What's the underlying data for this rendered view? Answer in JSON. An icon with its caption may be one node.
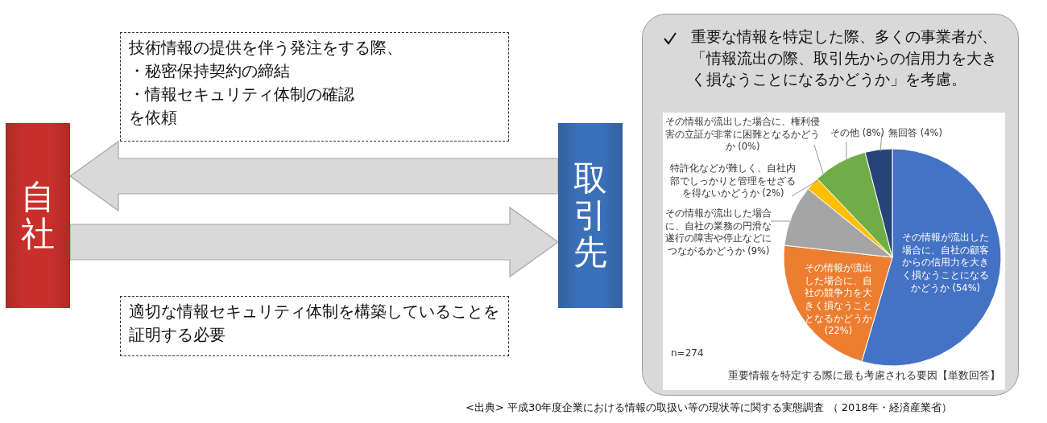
{
  "diagram": {
    "caption": "<出典> 平成30年度企業における情報の取扱い等の現状等に関する実態調査 （ 2018年・経済産業省）",
    "nodes": [
      {
        "text": [
          "自社"
        ]
      },
      {
        "text": [
          "取引先"
        ]
      },
      {
        "text": [
          "技術情報の提供を伴う発注をする際、",
          "・秘密保持契約の締結",
          "・情報セキュリティ体制の確認",
          "を依頼"
        ]
      },
      {
        "text": [
          "適切な情報セキュリティ体制を構築していることを証明する必要"
        ]
      },
      {
        "text": [
          "重要な情報を特定した際、多くの事業者が、「情報流出の際、取引先からの信用力を大きく損なうことになるかどうか」を考慮。"
        ]
      }
    ],
    "edges": [
      {
        "from": 1,
        "to": 0,
        "arrow": "to"
      },
      {
        "from": 0,
        "to": 1,
        "arrow": "to"
      }
    ],
    "chart_data": {
      "type": "pie",
      "title": "重要情報を特定する際に最も考慮される要因【単数回答】",
      "categories": [
        "その情報が流出した場合に、自社の顧客からの信用力を大きく損なうことになるかどうか",
        "その情報が流出した場合に、自社の競争力を大きく損なうこととなるかどうか",
        "その情報が流出した場合に、自社の業務の円滑な遂行の障害や停止などにつながるかどうか",
        "特許化などが難しく、自社内部でしっかりと管理をせざるを得ないかどうか",
        "その情報が流出した場合に、権利侵害の立証が非常に困難となるかどうか",
        "その他",
        "無回答"
      ],
      "series": [
        {
          "colors": [
            "#4472c4",
            "#ed7d31",
            "#a5a5a5",
            "#ffc000",
            null,
            "#70ad47",
            "#264478"
          ],
          "values": [
            54,
            22,
            9,
            2,
            0,
            8,
            4
          ]
        }
      ],
      "value_labels": [
        "(54%)",
        "(22%)",
        "(9%)",
        "(2%)",
        "(0%)",
        "(8%)",
        "(4%)"
      ],
      "annotations": [
        "n=274"
      ]
    }
  }
}
